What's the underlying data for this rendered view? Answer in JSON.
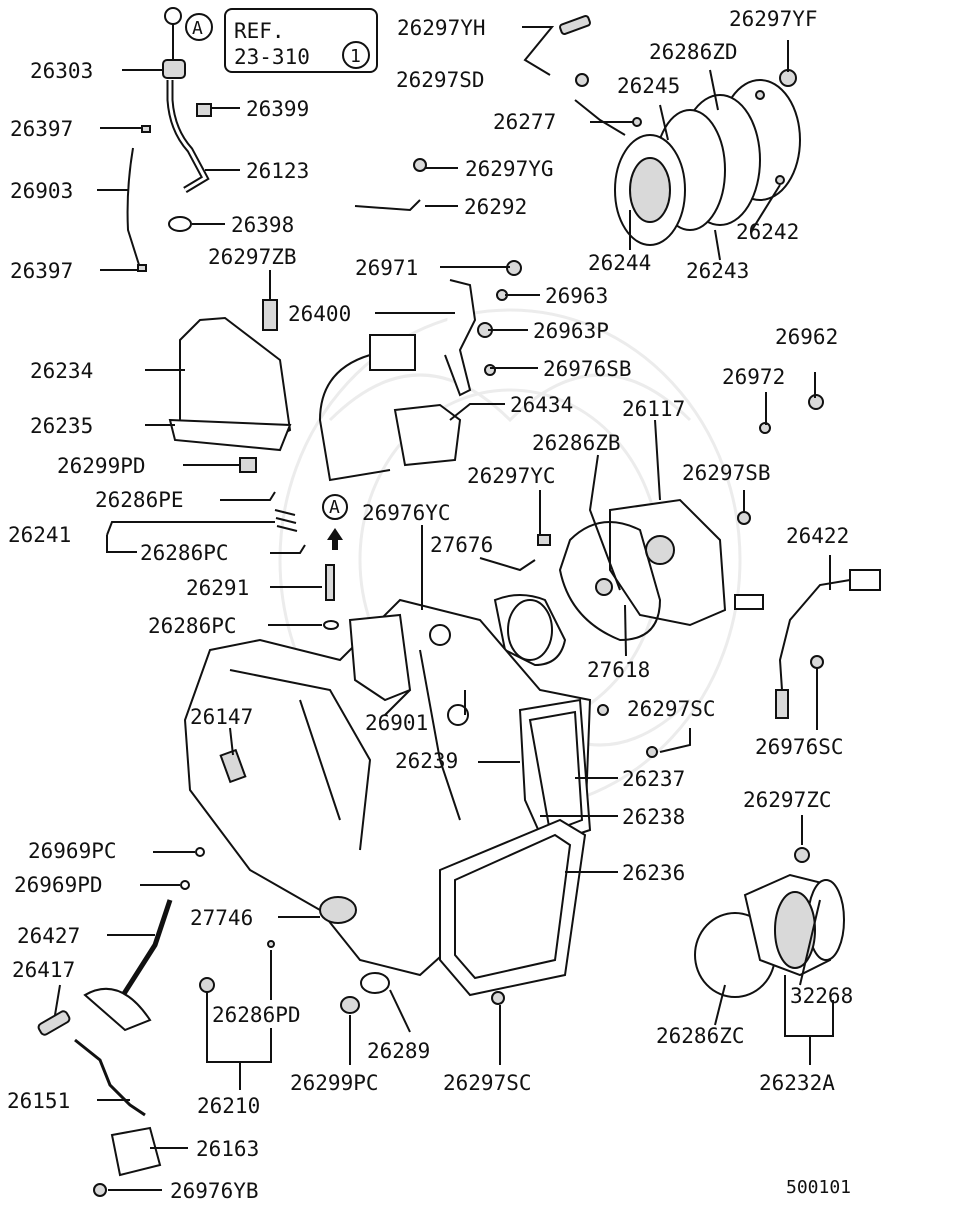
{
  "reference": {
    "marker": "A",
    "title": "REF.",
    "code": "23-310",
    "circle_number": "1"
  },
  "labels": {
    "p26303": "26303",
    "p26397a": "26397",
    "p26903": "26903",
    "p26397b": "26397",
    "p26399": "26399",
    "p26123": "26123",
    "p26398": "26398",
    "p26297yh": "26297YH",
    "p26297sd": "26297SD",
    "p26277": "26277",
    "p26297yg": "26297YG",
    "p26292": "26292",
    "p26297yf": "26297YF",
    "p26286zd": "26286ZD",
    "p26245": "26245",
    "p26242": "26242",
    "p26244": "26244",
    "p26243": "26243",
    "p26297zb": "26297ZB",
    "p26971": "26971",
    "p26963": "26963",
    "p26400": "26400",
    "p26963p": "26963P",
    "p26976sb": "26976SB",
    "p26234": "26234",
    "p26235": "26235",
    "p26299pd": "26299PD",
    "p26434": "26434",
    "p26962": "26962",
    "p26972": "26972",
    "p26117": "26117",
    "p26286zb": "26286ZB",
    "p26297yc": "26297YC",
    "p26297sb": "26297SB",
    "p26286pe": "26286PE",
    "p26241": "26241",
    "p26286pc": "26286PC",
    "arrow_marker": "A",
    "p26976yc": "26976YC",
    "p27676": "27676",
    "p26422": "26422",
    "p26291": "26291",
    "p26286pc2": "26286PC",
    "p27618": "27618",
    "p26901": "26901",
    "p26147": "26147",
    "p26297sc": "26297SC",
    "p26239": "26239",
    "p26237": "26237",
    "p26976sc": "26976SC",
    "p26238": "26238",
    "p26297zc": "26297ZC",
    "p26969pc": "26969PC",
    "p26236": "26236",
    "p26969pd": "26969PD",
    "p27746": "27746",
    "p26427": "26427",
    "p26417": "26417",
    "p26286pd": "26286PD",
    "p32268": "32268",
    "p26289": "26289",
    "p26286zc": "26286ZC",
    "p26210": "26210",
    "p26299pc": "26299PC",
    "p26297sc2": "26297SC",
    "p26232a": "26232A",
    "p26151": "26151",
    "p26163": "26163",
    "p26976yb": "26976YB",
    "diagram_number": "500101"
  }
}
